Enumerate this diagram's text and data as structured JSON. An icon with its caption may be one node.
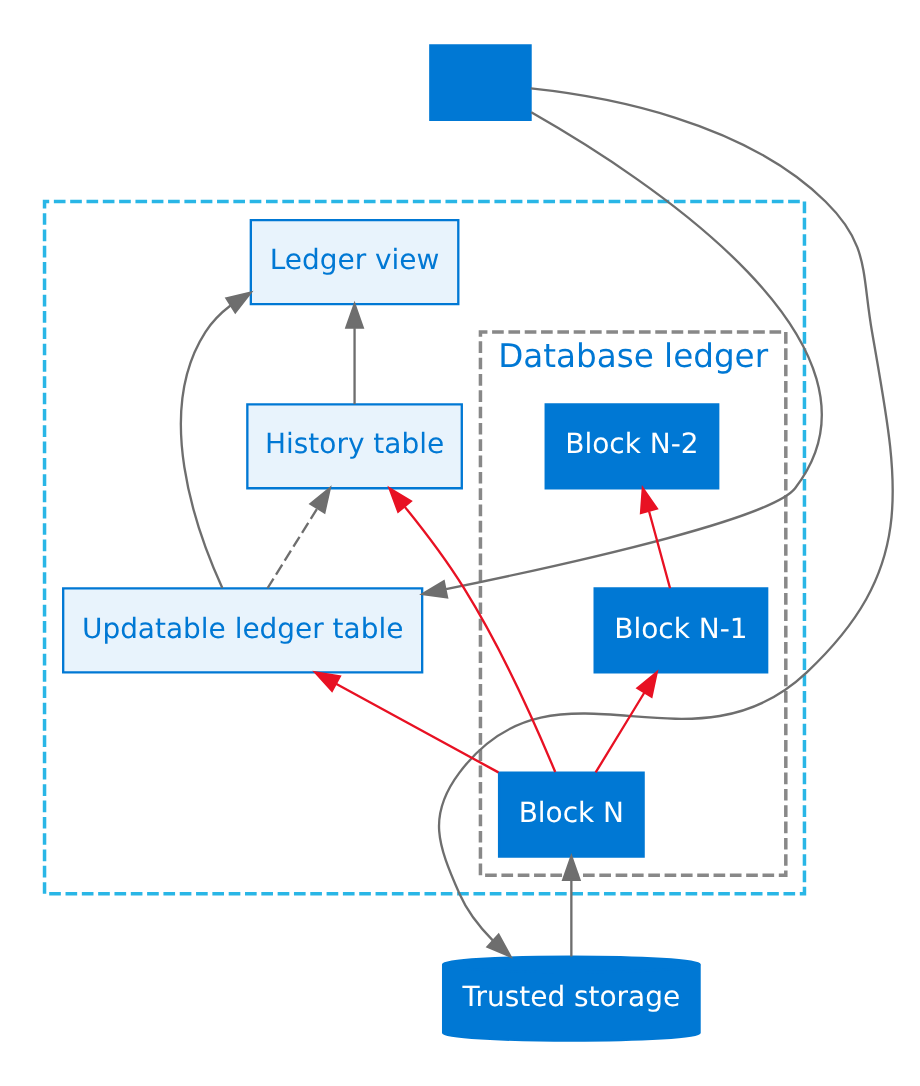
{
  "diagram": {
    "nodes": [
      {
        "text": [],
        "shape": "person"
      },
      {
        "text": [],
        "shape": "box"
      },
      {
        "text": [
          "Ledger view"
        ],
        "in": 1
      },
      {
        "text": [
          "Updatable ledger table"
        ],
        "in": 1
      },
      {
        "text": [
          "History table"
        ],
        "in": 1
      },
      {
        "text": [
          "Database ledger"
        ],
        "in": 1
      },
      {
        "text": [
          "Block N"
        ],
        "in": 5
      },
      {
        "text": [
          "Block N-1"
        ],
        "in": 5
      },
      {
        "text": [
          "Block N-2"
        ],
        "in": 5
      },
      {
        "text": [
          "Trusted storage"
        ]
      }
    ],
    "edges": [
      {
        "from": 0,
        "to": 9,
        "arrow": "to"
      },
      {
        "from": 0,
        "to": 3,
        "arrow": "to"
      },
      {
        "from": 3,
        "to": 2,
        "arrow": "to"
      },
      {
        "from": 4,
        "to": 2,
        "arrow": "to"
      },
      {
        "from": 3,
        "to": 4,
        "arrow": "to",
        "style": "dashed"
      },
      {
        "from": 9,
        "to": 6,
        "arrow": "to"
      },
      {
        "from": 6,
        "to": 7,
        "arrow": "to",
        "color": "#e81123"
      },
      {
        "from": 7,
        "to": 8,
        "arrow": "to",
        "color": "#e81123"
      },
      {
        "from": 6,
        "to": 3,
        "arrow": "to",
        "color": "#e81123"
      },
      {
        "from": 6,
        "to": 4,
        "arrow": "to",
        "color": "#e81123"
      }
    ]
  }
}
